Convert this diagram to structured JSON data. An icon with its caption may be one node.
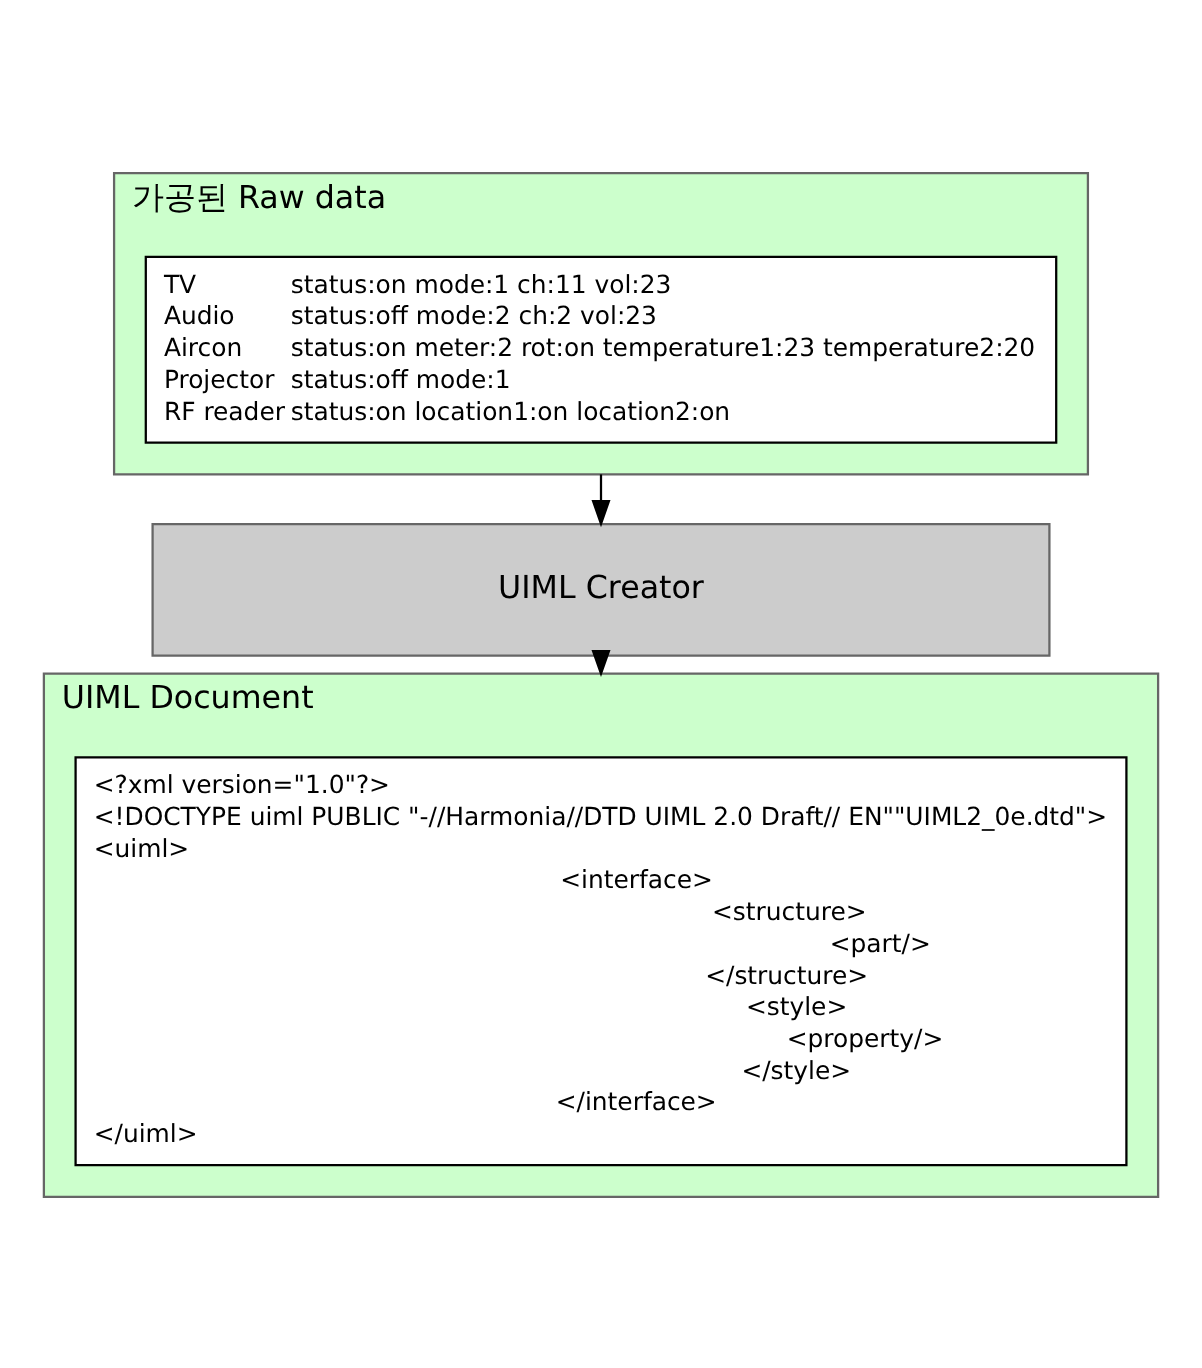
{
  "diagram": {
    "nodes": [
      {
        "text": [
          "가공된 Raw data"
        ]
      },
      {
        "text": [
          "TV",
          "status:on mode:1 ch:11 vol:23",
          "Audio",
          "status:off mode:2 ch:2 vol:23",
          "Aircon",
          "status:on meter:2 rot:on temperature1:23 temperature2:20",
          "Projector",
          "status:off mode:1",
          "RF reader",
          "status:on location1:on location2:on"
        ],
        "in": 0
      },
      {
        "text": [
          "UIML Creator"
        ]
      },
      {
        "text": [
          "UIML Document"
        ]
      },
      {
        "text": [
          "<?xml version=\"1.0\"?>",
          "<!DOCTYPE uiml PUBLIC \"-//Harmonia//DTD UIML 2.0 Draft// EN\"\"UIML2_0e.dtd\">",
          "<uiml>",
          "<interface>",
          "<structure>",
          "<part/>",
          "</structure>",
          "<style>",
          "<property/>",
          "</style>",
          "</interface>",
          "</uiml>"
        ],
        "in": 3
      }
    ],
    "edges": [
      {
        "from": 0,
        "to": 2,
        "arrow": "to"
      },
      {
        "from": 2,
        "to": 3,
        "arrow": "to"
      }
    ]
  }
}
